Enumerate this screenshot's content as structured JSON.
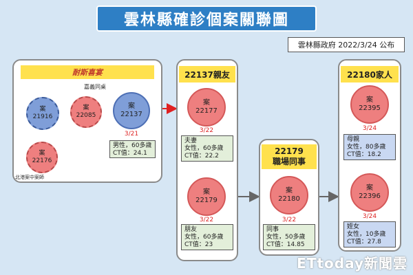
{
  "title": "雲林縣確診個案關聯圖",
  "credit": "雲林縣政府 2022/3/24 公布",
  "panel1": {
    "header": "耐斯喜宴",
    "sub_label": "嘉義同桌",
    "location_label": "北港案中案師",
    "case_a": {
      "prefix": "案",
      "id": "21916"
    },
    "case_b": {
      "prefix": "案",
      "id": "22085"
    },
    "case_c": {
      "prefix": "案",
      "id": "22137"
    },
    "case_d": {
      "prefix": "案",
      "id": "22176"
    },
    "date_c": "3/21",
    "info_c": {
      "l1": "男性，60多歲",
      "l2": "CT值：24.1"
    }
  },
  "panel2": {
    "header": "22137親友",
    "case_top": {
      "prefix": "案",
      "id": "22177"
    },
    "date_top": "3/22",
    "info_top": {
      "l1": "夫妻",
      "l2": "女性，60多歲",
      "l3": "CT值：22.2"
    },
    "case_bot": {
      "prefix": "案",
      "id": "22179"
    },
    "date_bot": "3/22",
    "info_bot": {
      "l1": "朋友",
      "l2": "女性，60多歲",
      "l3": "CT值：23"
    }
  },
  "panel3": {
    "header_l1": "22179",
    "header_l2": "職場同事",
    "case": {
      "prefix": "案",
      "id": "22180"
    },
    "date": "3/22",
    "info": {
      "l1": "同事",
      "l2": "女性，50多歲",
      "l3": "CT值：14.85"
    }
  },
  "panel4": {
    "header": "22180家人",
    "case_top": {
      "prefix": "案",
      "id": "22395"
    },
    "date_top": "3/24",
    "info_top": {
      "l1": "母親",
      "l2": "女性，80多歲",
      "l3": "CT值：18.2"
    },
    "case_bot": {
      "prefix": "案",
      "id": "22396"
    },
    "date_bot": "3/24",
    "info_bot": {
      "l1": "姪女",
      "l2": "女性，10多歲",
      "l3": "CT值：27.8"
    }
  },
  "watermark": "ETtoday新聞雲",
  "colors": {
    "title_bg": "#2e7fc5",
    "header_yellow": "#ffe14d",
    "case_red": "#ee7f7f",
    "case_blue": "#7f9ed8",
    "arrow_red": "#e02020",
    "arrow_gray": "#666666"
  }
}
